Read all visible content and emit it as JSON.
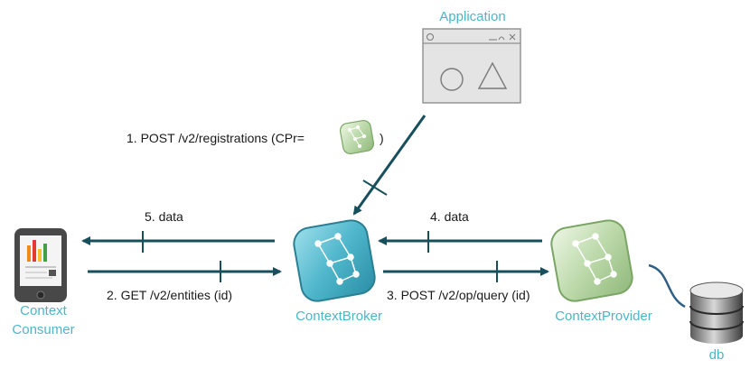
{
  "nodes": {
    "application": "Application",
    "context_consumer_line1": "Context",
    "context_consumer_line2": "Consumer",
    "context_broker": "ContextBroker",
    "context_provider": "ContextProvider",
    "db": "db"
  },
  "messages": {
    "step1_prefix": "1. POST /v2/registrations (CPr=",
    "step1_suffix": ")",
    "step2": "2. GET /v2/entities (id)",
    "step3": "3. POST /v2/op/query (id)",
    "step4": "4. data",
    "step5": "5. data"
  },
  "colors": {
    "arrow": "#174f5c",
    "label": "#4bb7c9",
    "broker": "#5bbdd0",
    "provider": "#b8d8a8"
  }
}
